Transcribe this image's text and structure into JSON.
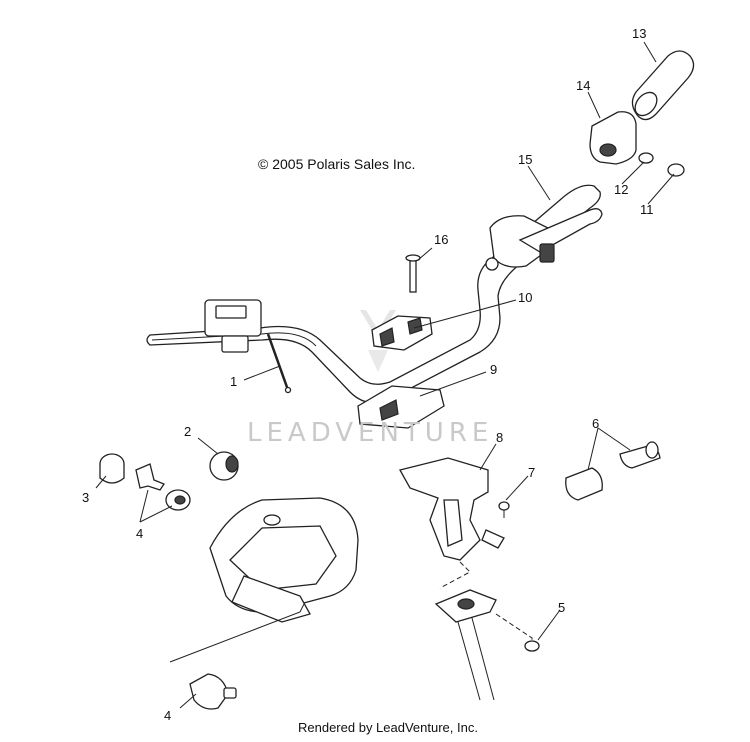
{
  "copyright": "© 2005 Polaris Sales Inc.",
  "footer": "Rendered by LeadVenture, Inc.",
  "watermark": "LEADVENTURE",
  "callouts": {
    "c1": "1",
    "c2": "2",
    "c3": "3",
    "c4a": "4",
    "c4b": "4",
    "c5": "5",
    "c6": "6",
    "c7": "7",
    "c8": "8",
    "c9": "9",
    "c10": "10",
    "c11": "11",
    "c12": "12",
    "c13": "13",
    "c14": "14",
    "c15": "15",
    "c16": "16"
  }
}
